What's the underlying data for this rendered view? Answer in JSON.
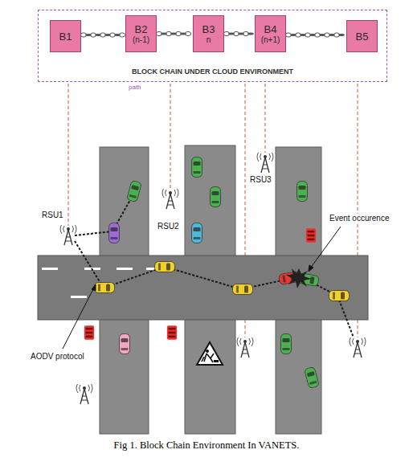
{
  "diagram": {
    "caption": "Fig 1. Block Chain Environment In VANETS.",
    "nodes": [
      {
        "text": [
          "BLOCK CHAIN UNDER CLOUD ENVIRONMENT"
        ]
      },
      {
        "text": [
          "B1"
        ],
        "in": 0
      },
      {
        "text": [
          "B2",
          "(n-1)"
        ],
        "in": 0
      },
      {
        "text": [
          "B3",
          "n"
        ],
        "in": 0
      },
      {
        "text": [
          "B4",
          "(n+1)"
        ],
        "in": 0
      },
      {
        "text": [
          "B5"
        ],
        "in": 0
      }
    ],
    "edges": [
      {
        "from": 1,
        "to": 2,
        "arrow": "none"
      },
      {
        "from": 2,
        "to": 3,
        "arrow": "none"
      },
      {
        "from": 3,
        "to": 4,
        "arrow": "none"
      },
      {
        "from": 4,
        "to": 5,
        "arrow": "none"
      }
    ],
    "labels": [
      "path",
      "RSU1",
      "RSU2",
      "RSU3",
      "Event occurence",
      "AODV protocol"
    ]
  }
}
